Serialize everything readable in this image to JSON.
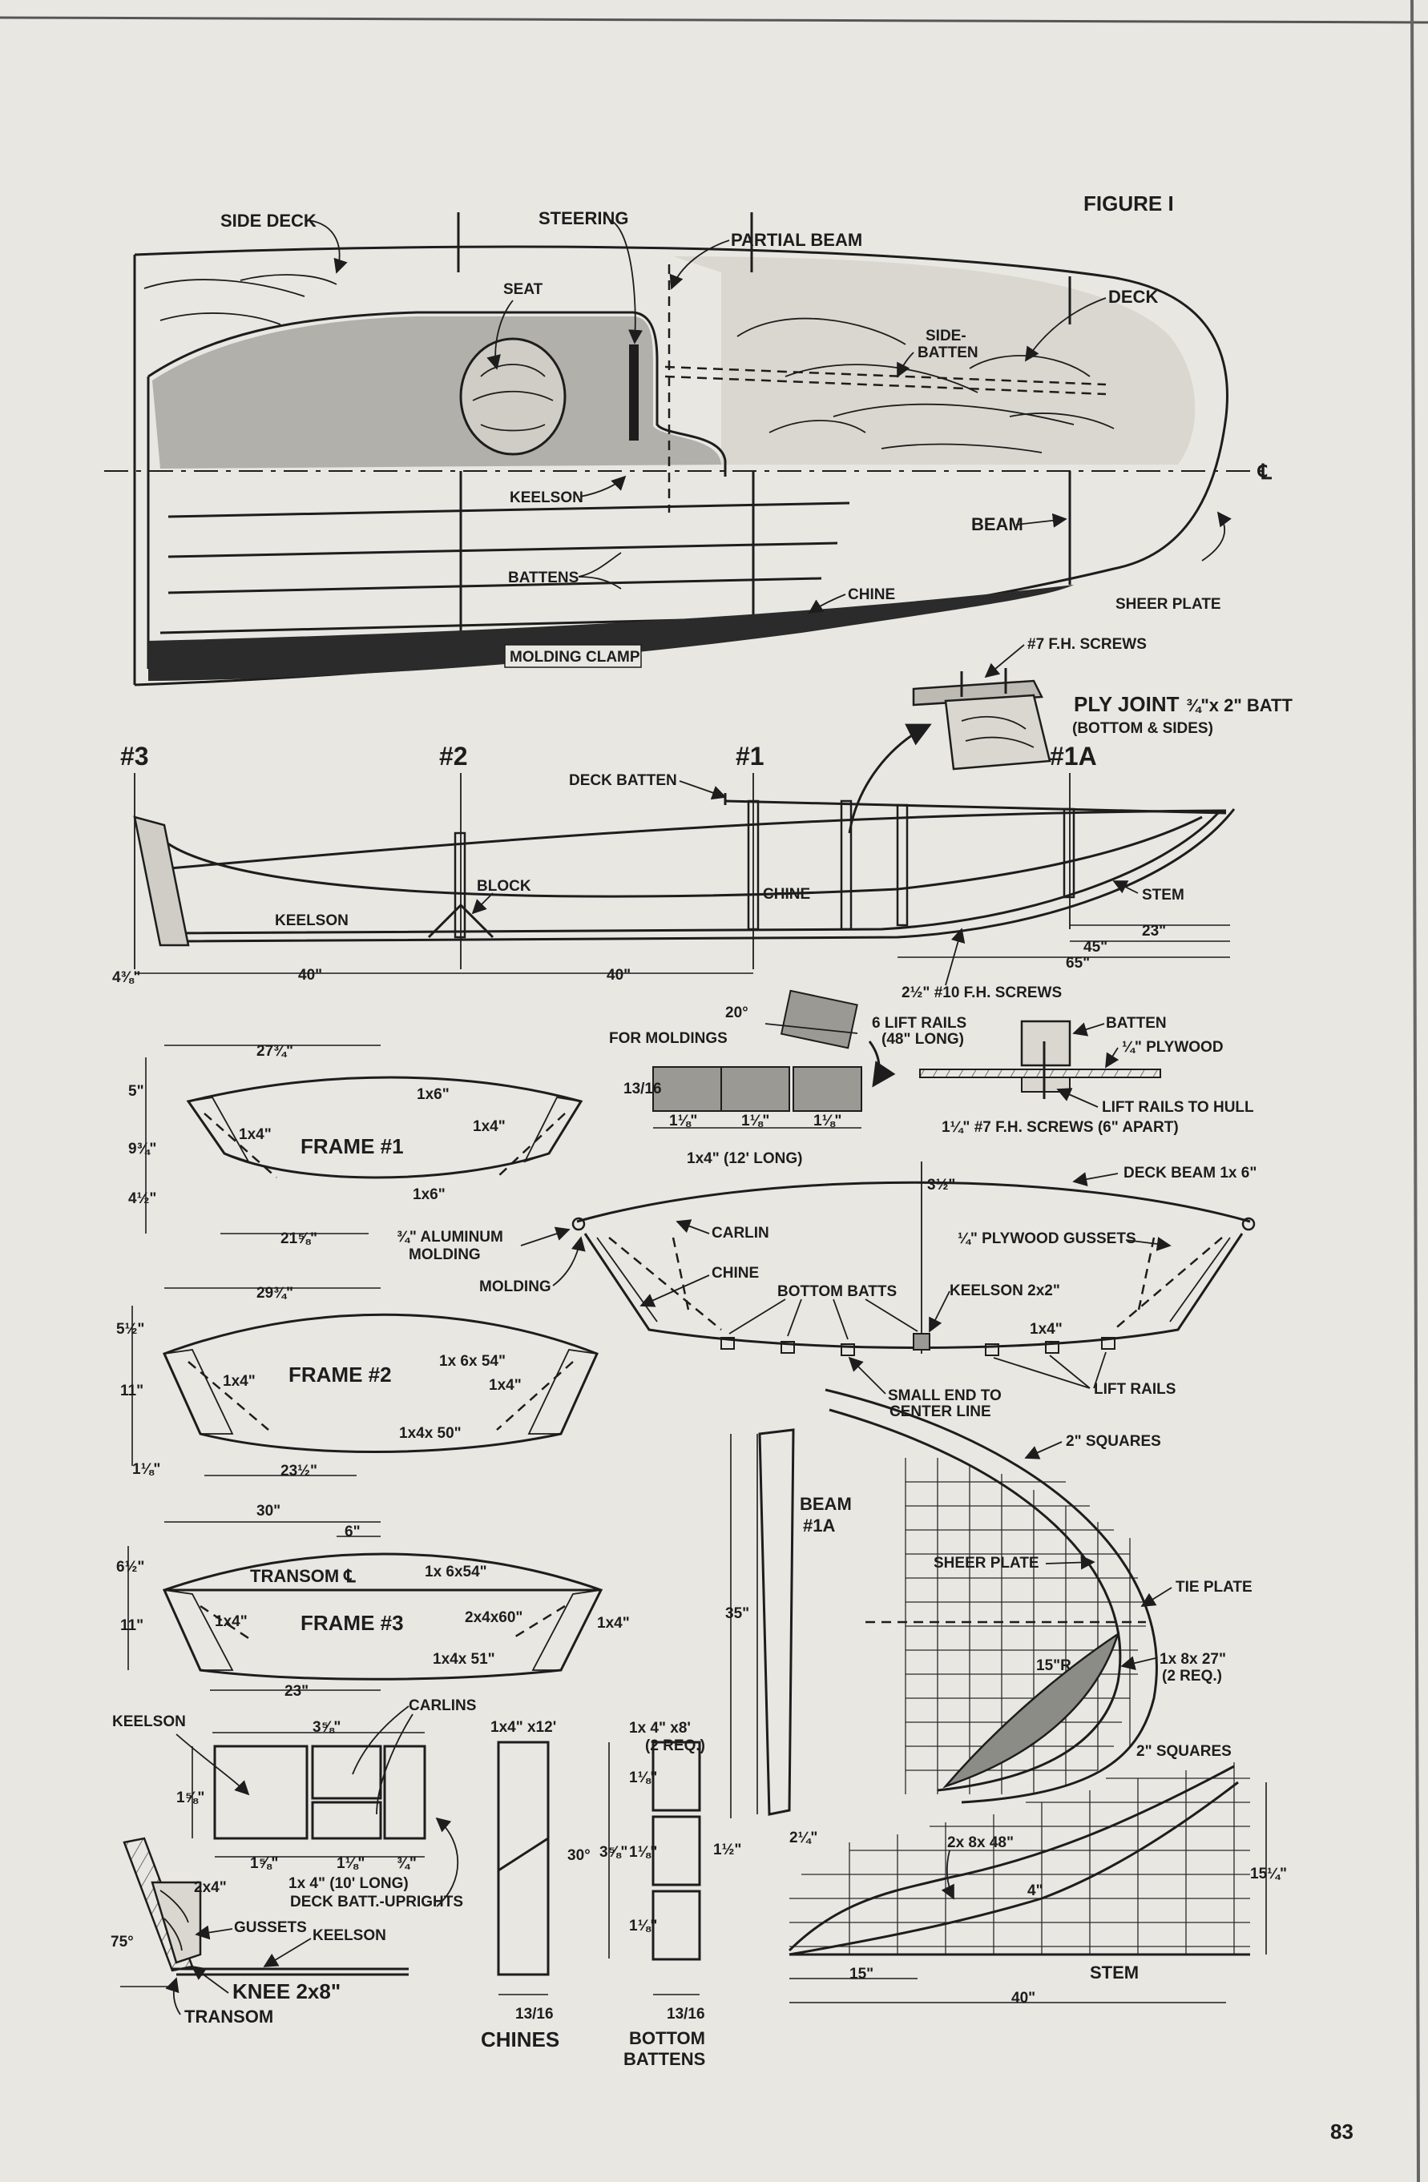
{
  "figure_label": "FIGURE I",
  "page_number": "83",
  "top_view": {
    "side_deck": "SIDE DECK",
    "steering": "STEERING",
    "partial_beam": "PARTIAL BEAM",
    "seat": "SEAT",
    "deck": "DECK",
    "side_batten_1": "SIDE-",
    "side_batten_2": "BATTEN",
    "centerline": "℄",
    "keelson": "KEELSON",
    "beam": "BEAM",
    "battens": "BATTENS",
    "chine": "CHINE",
    "sheer_plate": "SHEER PLATE",
    "molding_clamp": "MOLDING CLAMP",
    "screws": "#7 F.H. SCREWS",
    "ply_joint": "PLY JOINT",
    "ply_joint_size": "¾\"x 2\" BATT",
    "ply_joint_note": "(BOTTOM & SIDES)"
  },
  "stations": {
    "s3": "#3",
    "s2": "#2",
    "s1": "#1",
    "s1a": "#1A"
  },
  "side_view": {
    "deck_batten": "DECK BATTEN",
    "block": "BLOCK",
    "keelson": "KEELSON",
    "chine": "CHINE",
    "stem": "STEM",
    "dim_transom": "4⅜\"",
    "dim_40a": "40\"",
    "dim_40b": "40\"",
    "dim_65": "65\"",
    "dim_45": "45\"",
    "dim_23": "23\"",
    "screws": "2½\" #10 F.H. SCREWS"
  },
  "molding_detail": {
    "angle": "20°",
    "for_moldings": "FOR MOLDINGS",
    "lift_rails": "6 LIFT RAILS",
    "lift_rails_len": "(48\" LONG)",
    "thickness": "13/16",
    "w1": "1⅛\"",
    "w2": "1⅛\"",
    "w3": "1⅛\"",
    "stock": "1x4\" (12' LONG)"
  },
  "batten_detail": {
    "batten": "BATTEN",
    "plywood": "¼\" PLYWOOD",
    "lift_rails_hull": "LIFT RAILS TO HULL",
    "screws": "1¼\" #7 F.H. SCREWS (6\" APART)"
  },
  "frame1": {
    "name": "FRAME #1",
    "top_width": "27¾\"",
    "bottom_width": "21⅝\"",
    "h1": "5\"",
    "h2": "9¾\"",
    "h3": "4½\"",
    "top": "1x6\"",
    "bottom": "1x6\"",
    "left": "1x4\"",
    "right": "1x4\""
  },
  "section": {
    "aluminum_molding_1": "¾\" ALUMINUM",
    "aluminum_molding_2": "MOLDING",
    "molding": "MOLDING",
    "carlin": "CARLIN",
    "chine": "CHINE",
    "bottom_batts": "BOTTOM BATTS",
    "keelson": "KEELSON 2x2\"",
    "deck_beam": "DECK BEAM 1x 6\"",
    "gussets": "¼\" PLYWOOD GUSSETS",
    "rise": "3½\"",
    "lift_size": "1x4\"",
    "lift_rails": "LIFT RAILS",
    "small_end_1": "SMALL END TO",
    "small_end_2": "CENTER LINE"
  },
  "frame2": {
    "name": "FRAME #2",
    "top_width": "29¾\"",
    "bottom_width": "23½\"",
    "h1": "5½\"",
    "h2": "11\"",
    "h3": "1⅛\"",
    "top": "1x 6x 54\"",
    "bottom": "1x4x 50\"",
    "left": "1x4\"",
    "right": "1x4\""
  },
  "frame3": {
    "name": "FRAME #3",
    "transom": "TRANSOM ℄",
    "top_width": "30\"",
    "offset": "6\"",
    "bottom_width": "23\"",
    "h1": "6½\"",
    "h2": "11\"",
    "top": "1x 6x54\"",
    "mid": "2x4x60\"",
    "bottom": "1x4x 51\"",
    "left": "1x4\"",
    "right": "1x4\""
  },
  "beam1a": {
    "name_1": "BEAM",
    "name_2": "#1A",
    "length": "35\"",
    "w_bottom": "2¼\"",
    "w_side": "1½\""
  },
  "stem_plan": {
    "squares_top": "2\" SQUARES",
    "sheer_plate": "SHEER PLATE",
    "tie_plate": "TIE PLATE",
    "radius": "15\"R",
    "plank": "1x 8x 27\"",
    "plank_req": "(2 REQ.)",
    "squares_bottom": "2\" SQUARES",
    "stock": "2x 8x 48\"",
    "w": "4\"",
    "height": "15¼\"",
    "dim_15": "15\"",
    "dim_40": "40\"",
    "stem": "STEM"
  },
  "deck_batt": {
    "keelson": "KEELSON",
    "carlins": "CARLINS",
    "w_top": "3⅝\"",
    "h_left": "1⅝\"",
    "b1": "1⅝\"",
    "b2": "1⅛\"",
    "b3": "¾\"",
    "stock": "1x 4\" (10' LONG)",
    "uprights": "DECK BATT.-UPRIGHTS"
  },
  "transom_detail": {
    "stock": "2x4\"",
    "gussets": "GUSSETS",
    "keelson": "KEELSON",
    "angle": "75°",
    "knee": "KNEE 2x8\"",
    "transom": "TRANSOM"
  },
  "chines_detail": {
    "stock": "1x4\" x12'",
    "angle": "30°",
    "w": "13/16",
    "label": "CHINES"
  },
  "bottom_battens": {
    "stock": "1x 4\" x8'",
    "req": "(2 REQ.)",
    "d1": "1⅛\"",
    "d2": "1⅛\"",
    "d3": "1⅛\"",
    "total": "3⅝\"",
    "w": "13/16",
    "label_1": "BOTTOM",
    "label_2": "BATTENS"
  }
}
